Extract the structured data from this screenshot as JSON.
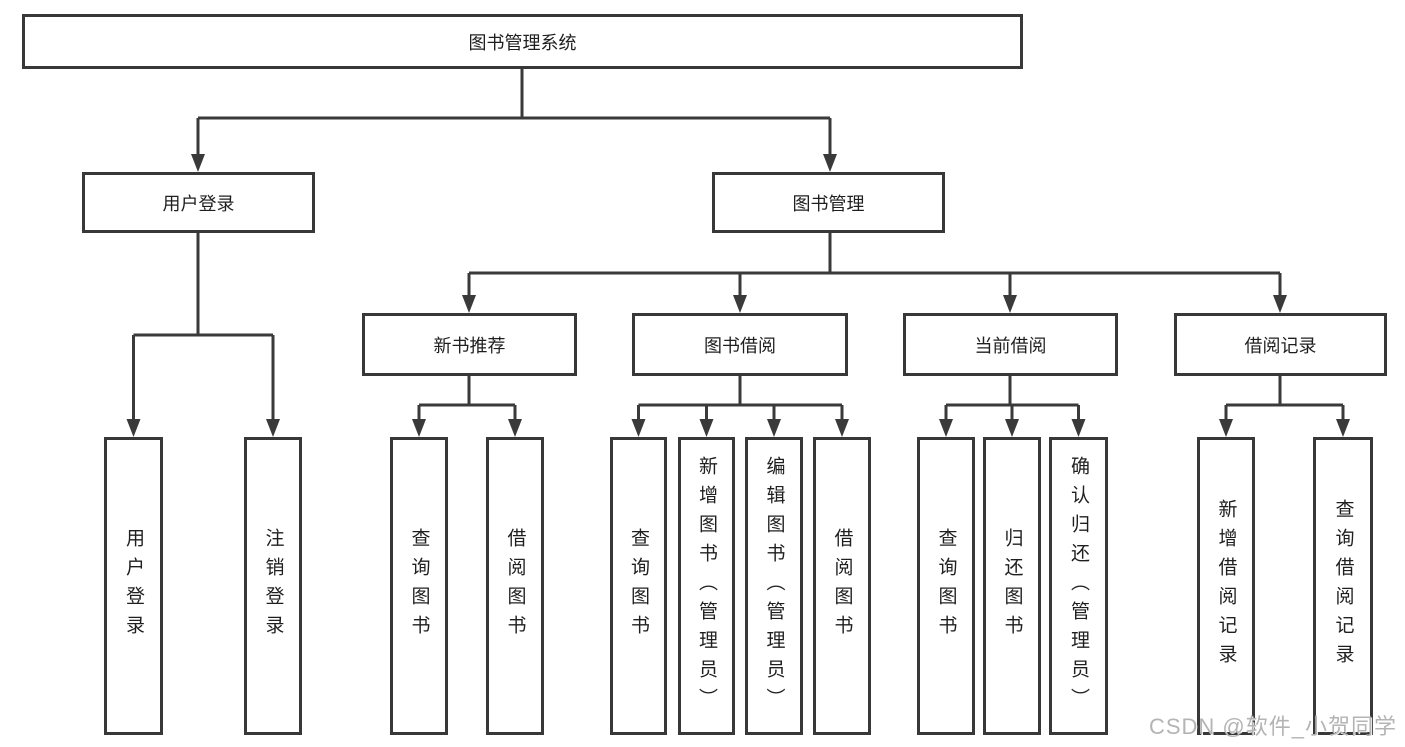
{
  "colors": {
    "background": "#ffffff",
    "line": "#3a3a3a",
    "box_border": "#383838",
    "text": "#1f1f1f",
    "watermark": "#b4b4b4"
  },
  "root": {
    "label": "图书管理系统"
  },
  "level2": [
    {
      "label": "用户登录"
    },
    {
      "label": "图书管理"
    }
  ],
  "level3": [
    {
      "label": "新书推荐"
    },
    {
      "label": "图书借阅"
    },
    {
      "label": "当前借阅"
    },
    {
      "label": "借阅记录"
    }
  ],
  "leaves": {
    "user_login": [
      "用户登录",
      "注销登录"
    ],
    "new_book": [
      "查询图书",
      "借阅图书"
    ],
    "book_borrow": [
      "查询图书",
      "新增图书（管理员）",
      "编辑图书（管理员）",
      "借阅图书"
    ],
    "current_borrow": [
      "查询图书",
      "归还图书",
      "确认归还（管理员）"
    ],
    "borrow_record": [
      "新增借阅记录",
      "查询借阅记录"
    ]
  },
  "watermark": {
    "text": "CSDN @软件_小贺同学"
  }
}
